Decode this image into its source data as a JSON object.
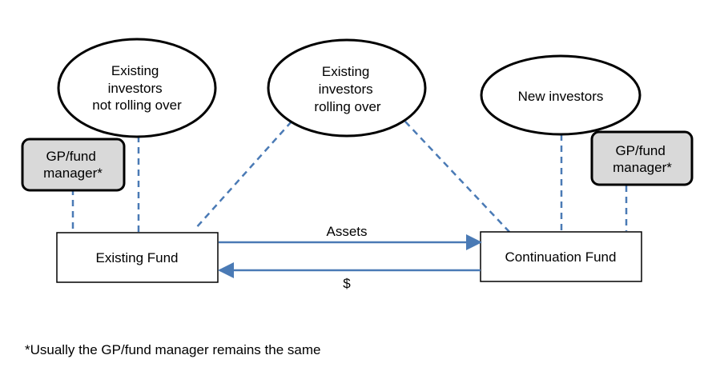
{
  "nodes": {
    "not_rolling": {
      "lines": [
        "Existing",
        "investors",
        "not rolling over"
      ]
    },
    "rolling": {
      "lines": [
        "Existing",
        "investors",
        "rolling over"
      ]
    },
    "new_investors": {
      "lines": [
        "New investors"
      ]
    },
    "gp_left": {
      "lines": [
        "GP/fund",
        "manager*"
      ]
    },
    "gp_right": {
      "lines": [
        "GP/fund",
        "manager*"
      ]
    },
    "existing_fund": {
      "label": "Existing Fund"
    },
    "continuation_fund": {
      "label": "Continuation Fund"
    }
  },
  "edges": {
    "assets_label": "Assets",
    "cash_label": "$"
  },
  "footnote": "*Usually the GP/fund manager remains the same",
  "colors": {
    "arrow": "#4a7ab5",
    "dashed": "#4a7ab5",
    "gp_fill": "#d9d9d9",
    "stroke": "#000000"
  }
}
